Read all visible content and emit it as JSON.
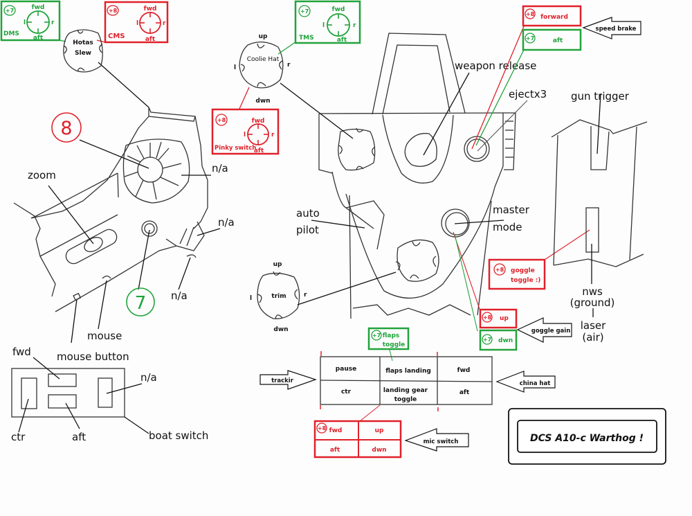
{
  "title": "DCS A10-c Warthog !",
  "throttle_left": {
    "dms_box": {
      "modifier": "+7",
      "label": "DMS",
      "fwd": "fwd",
      "aft": "aft",
      "l": "l",
      "r": "r"
    },
    "cms_box": {
      "modifier": "+8",
      "label": "CMS",
      "fwd": "fwd",
      "aft": "aft",
      "l": "l",
      "r": "r"
    },
    "hotas_slew": {
      "line1": "Hotas",
      "line2": "Slew"
    },
    "mode_8": "8",
    "mode_7": "7",
    "labels": {
      "zoom": "zoom",
      "na_wheel": "n/a",
      "na_side": "n/a",
      "na_bottom": "n/a",
      "mouse": "mouse",
      "mouse_button": "mouse button"
    }
  },
  "boat_switch": {
    "fwd": "fwd",
    "ctr": "ctr",
    "aft": "aft",
    "na": "n/a",
    "label": "boat switch"
  },
  "stick": {
    "coolie_hat": {
      "label": "Coolie Hat",
      "up": "up",
      "dwn": "dwn",
      "l": "l",
      "r": "r"
    },
    "tms_box": {
      "modifier": "+7",
      "label": "TMS",
      "fwd": "fwd",
      "aft": "aft",
      "l": "l",
      "r": "r"
    },
    "pinky_box": {
      "modifier": "+8",
      "label": "Pinky switch",
      "fwd": "fwd",
      "aft": "aft",
      "l": "l",
      "r": "r"
    },
    "trim": {
      "label": "trim",
      "up": "up",
      "dwn": "dwn",
      "l": "l",
      "r": "r"
    },
    "labels": {
      "weapon_release": "weapon release",
      "ejectx3": "ejectx3",
      "auto_pilot_1": "auto",
      "auto_pilot_2": "pilot",
      "master_mode_1": "master",
      "master_mode_2": "mode"
    },
    "speed_brake": {
      "forward_box": {
        "modifier": "+8",
        "label": "forward"
      },
      "aft_box": {
        "modifier": "+7",
        "label": "aft"
      },
      "arrow": "speed brake"
    },
    "goggle_toggle": {
      "modifier": "+8",
      "line1": "goggle",
      "line2": "toggle :)"
    },
    "goggle_gain": {
      "up_box": {
        "modifier": "+8",
        "label": "up"
      },
      "dwn_box": {
        "modifier": "+7",
        "label": "dwn"
      },
      "arrow": "goggle gain"
    }
  },
  "base": {
    "gun_trigger": "gun trigger",
    "nws_1": "nws",
    "nws_2": "(ground)",
    "laser_1": "laser",
    "laser_2": "(air)"
  },
  "switch_table": {
    "flaps_box": {
      "modifier": "+7",
      "line1": "flaps",
      "line2": "toggle"
    },
    "rows": [
      [
        "pause",
        "flaps landing",
        "fwd"
      ],
      [
        "ctr",
        "landing gear toggle",
        "aft"
      ]
    ],
    "cell_2_1_line1": "landing gear",
    "cell_2_1_line2": "toggle",
    "trackir_arrow": "trackir",
    "china_hat_arrow": "china hat"
  },
  "mic_switch": {
    "modifier": "+8",
    "cells": [
      [
        "fwd",
        "up"
      ],
      [
        "aft",
        "dwn"
      ]
    ],
    "arrow": "mic switch"
  }
}
